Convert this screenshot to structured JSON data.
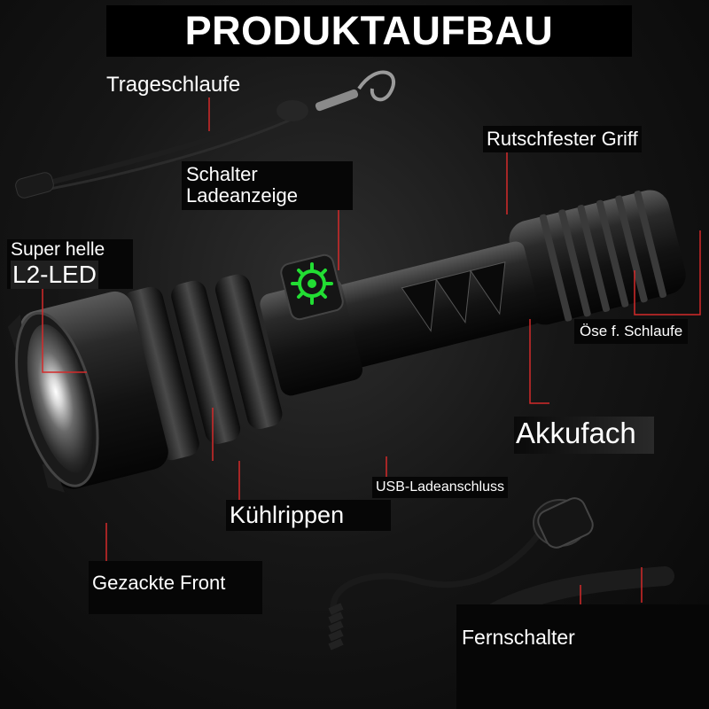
{
  "title": "PRODUKTAUFBAU",
  "labels": {
    "trageschlaufe": "Trageschlaufe",
    "rutschfester_griff": "Rutschfester Griff",
    "schalter_line1": "Schalter",
    "schalter_line2": "Ladeanzeige",
    "super_helle": "Super helle",
    "l2_led": "L2-LED",
    "oese": "Öse f. Schlaufe",
    "akkufach": "Akkufach",
    "usb": "USB-Ladeanschluss",
    "kuehlrippen": "Kühlrippen",
    "gezackte_front": "Gezackte Front",
    "fernschalter": "Fernschalter"
  },
  "colors": {
    "leader_line": "#d42a2a",
    "switch_led": "#22dd33",
    "label_text": "#ffffff",
    "title_bg": "#000000"
  }
}
